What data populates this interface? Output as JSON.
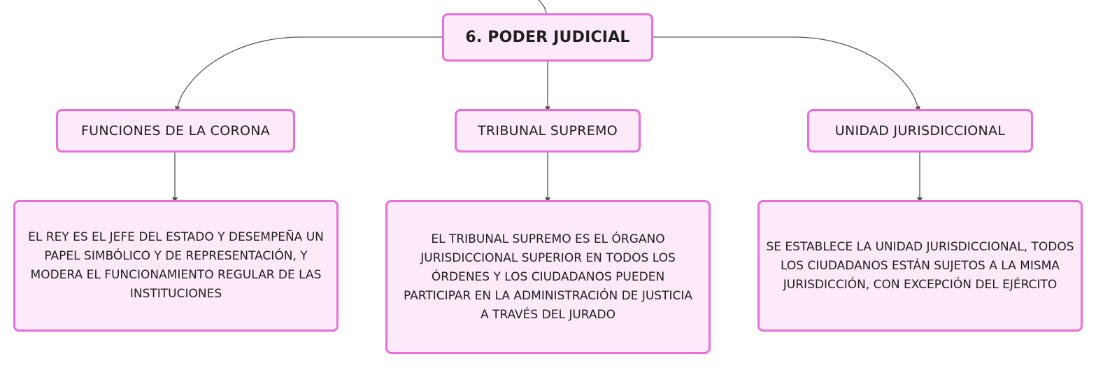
{
  "root": {
    "label": "6. PODER JUDICIAL"
  },
  "branches": [
    {
      "label": "FUNCIONES DE LA CORONA",
      "detail": "EL REY ES EL JEFE DEL ESTADO Y DESEMPEÑA UN PAPEL SIMBÓLICO Y DE REPRESENTACIÓN, Y MODERA EL FUNCIONAMIENTO REGULAR DE LAS INSTITUCIONES"
    },
    {
      "label": "TRIBUNAL SUPREMO",
      "detail": "EL TRIBUNAL SUPREMO ES EL ÓRGANO JURISDICCIONAL SUPERIOR EN TODOS LOS ÓRDENES Y LOS CIUDADANOS PUEDEN PARTICIPAR EN LA ADMINISTRACIÓN DE JUSTICIA A TRAVÉS DEL JURADO"
    },
    {
      "label": "UNIDAD JURISDICCIONAL",
      "detail": "SE ESTABLECE LA UNIDAD JURISDICCIONAL, TODOS LOS CIUDADANOS ESTÁN SUJETOS A LA MISMA JURISDICCIÓN, CON EXCEPCIÓN DEL EJÉRCITO"
    }
  ],
  "colors": {
    "node_fill": "#fdeaf8",
    "node_border": "#e86fd9",
    "connector": "#555555"
  }
}
